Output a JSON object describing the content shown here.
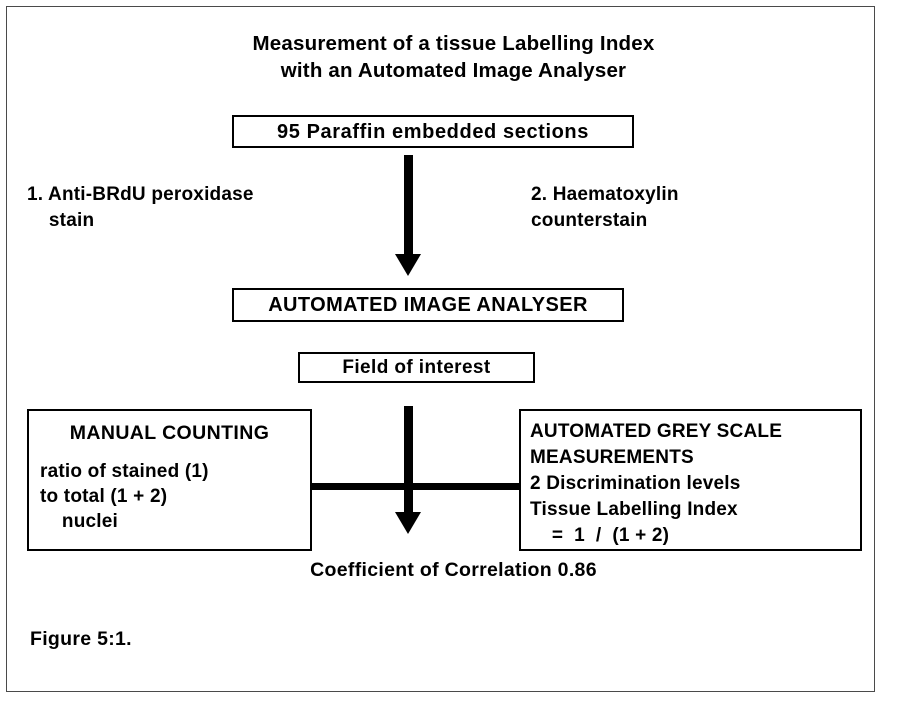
{
  "figure": {
    "title_lines": [
      "Measurement of a tissue Labelling Index",
      "with an Automated Image Analyser"
    ],
    "caption": "Figure 5:1.",
    "correlation_note": "Coefficient of Correlation 0.86"
  },
  "nodes": {
    "sections_box": "95 Paraffin embedded sections",
    "analyser_box": "AUTOMATED IMAGE ANALYSER",
    "field_box": "Field of interest",
    "manual_box": {
      "header": "MANUAL COUNTING",
      "body": "ratio of stained (1)\nto total (1 + 2)\n    nuclei"
    },
    "automated_box": {
      "body": "AUTOMATED GREY SCALE\nMEASUREMENTS\n2 Discrimination levels\nTissue Labelling Index\n    =  1  /  (1 + 2)"
    }
  },
  "steps": {
    "step_1": "1. Anti-BRdU peroxidase\n    stain",
    "step_2": "2. Haematoxylin\ncounterstain"
  },
  "colors": {
    "ink": "#000000",
    "paper": "#ffffff",
    "frame": "#4a4a4a"
  }
}
